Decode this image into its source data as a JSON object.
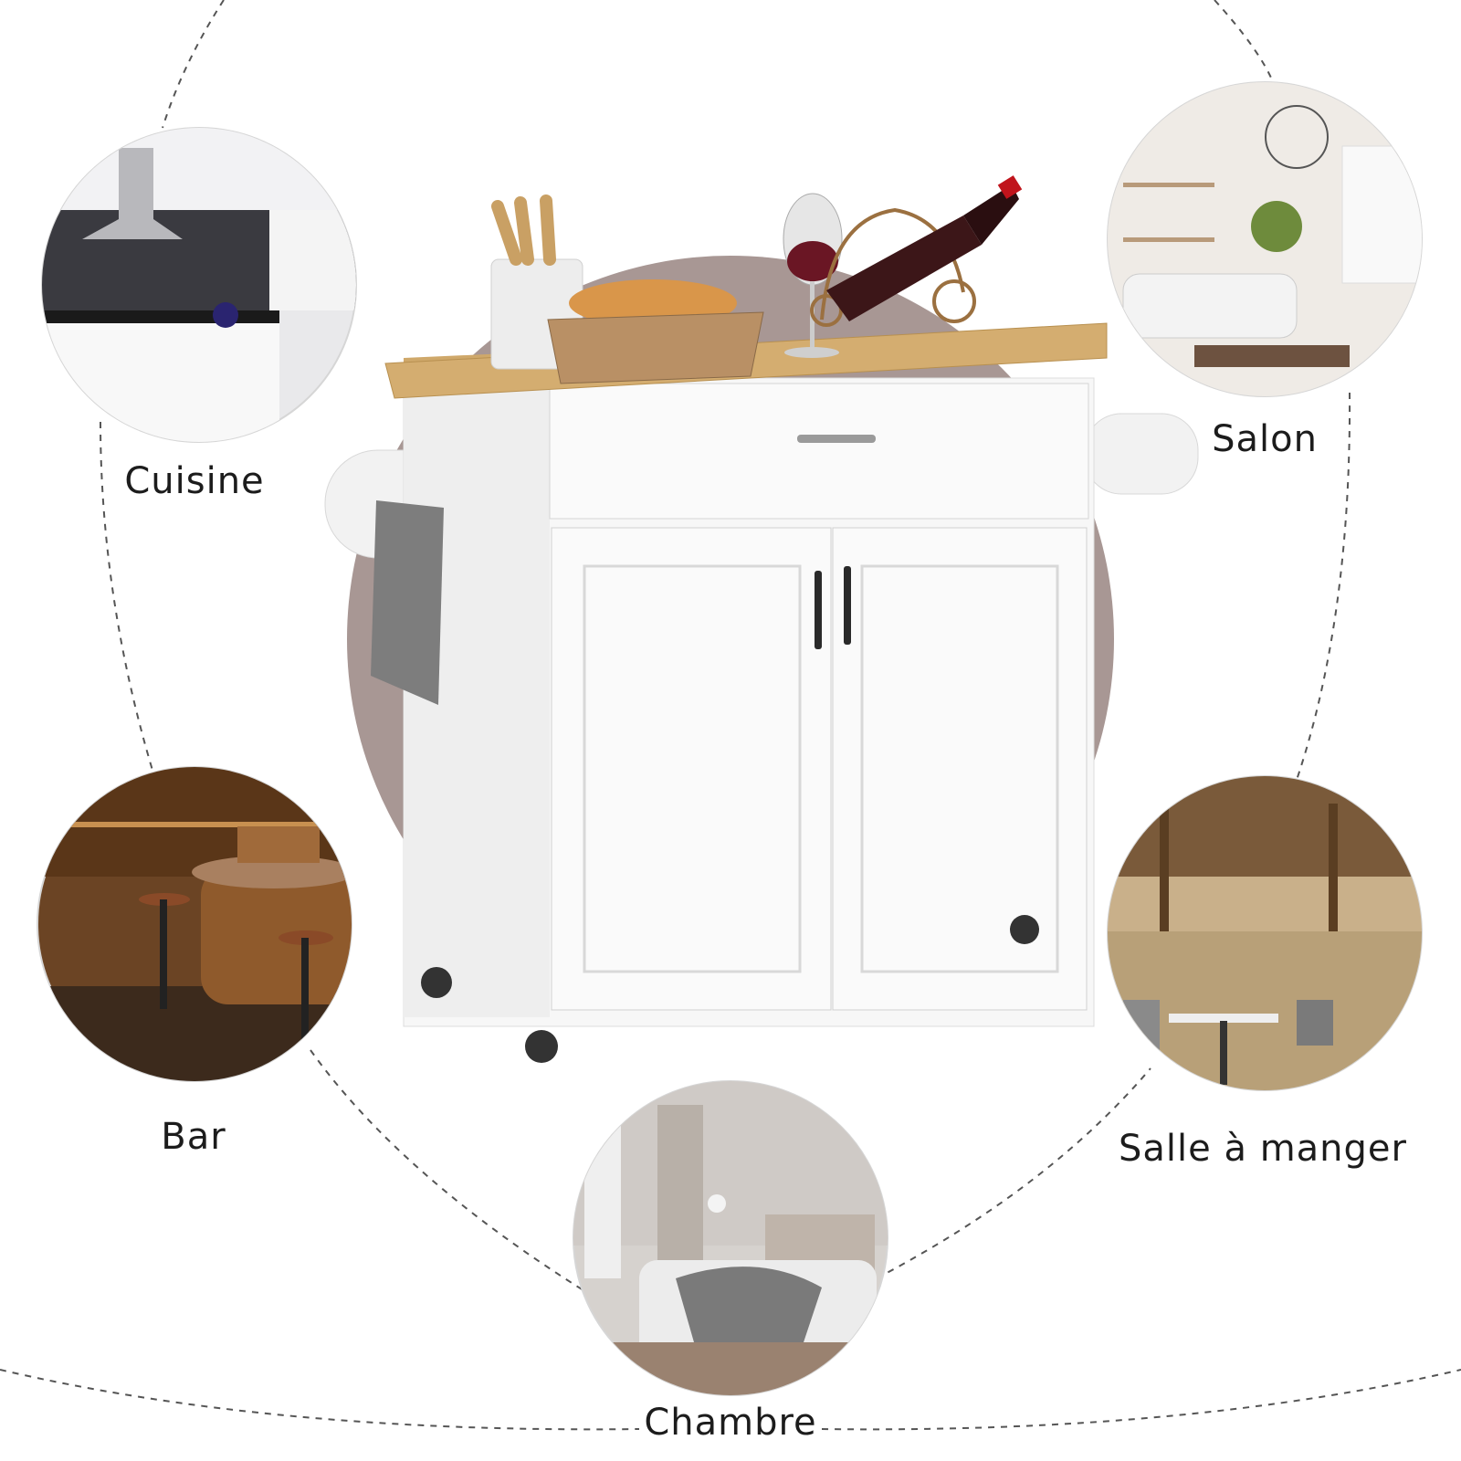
{
  "labels": {
    "cuisine": "Cuisine",
    "salon": "Salon",
    "bar": "Bar",
    "salle_a_manger": "Salle à manger",
    "chambre": "Chambre"
  },
  "colors": {
    "background_disc": "#a89794",
    "dashed_line": "#555555",
    "cabinet_white": "#f7f7f7",
    "countertop_wood": "#cfa86a",
    "label_text": "#1c1c1c"
  }
}
